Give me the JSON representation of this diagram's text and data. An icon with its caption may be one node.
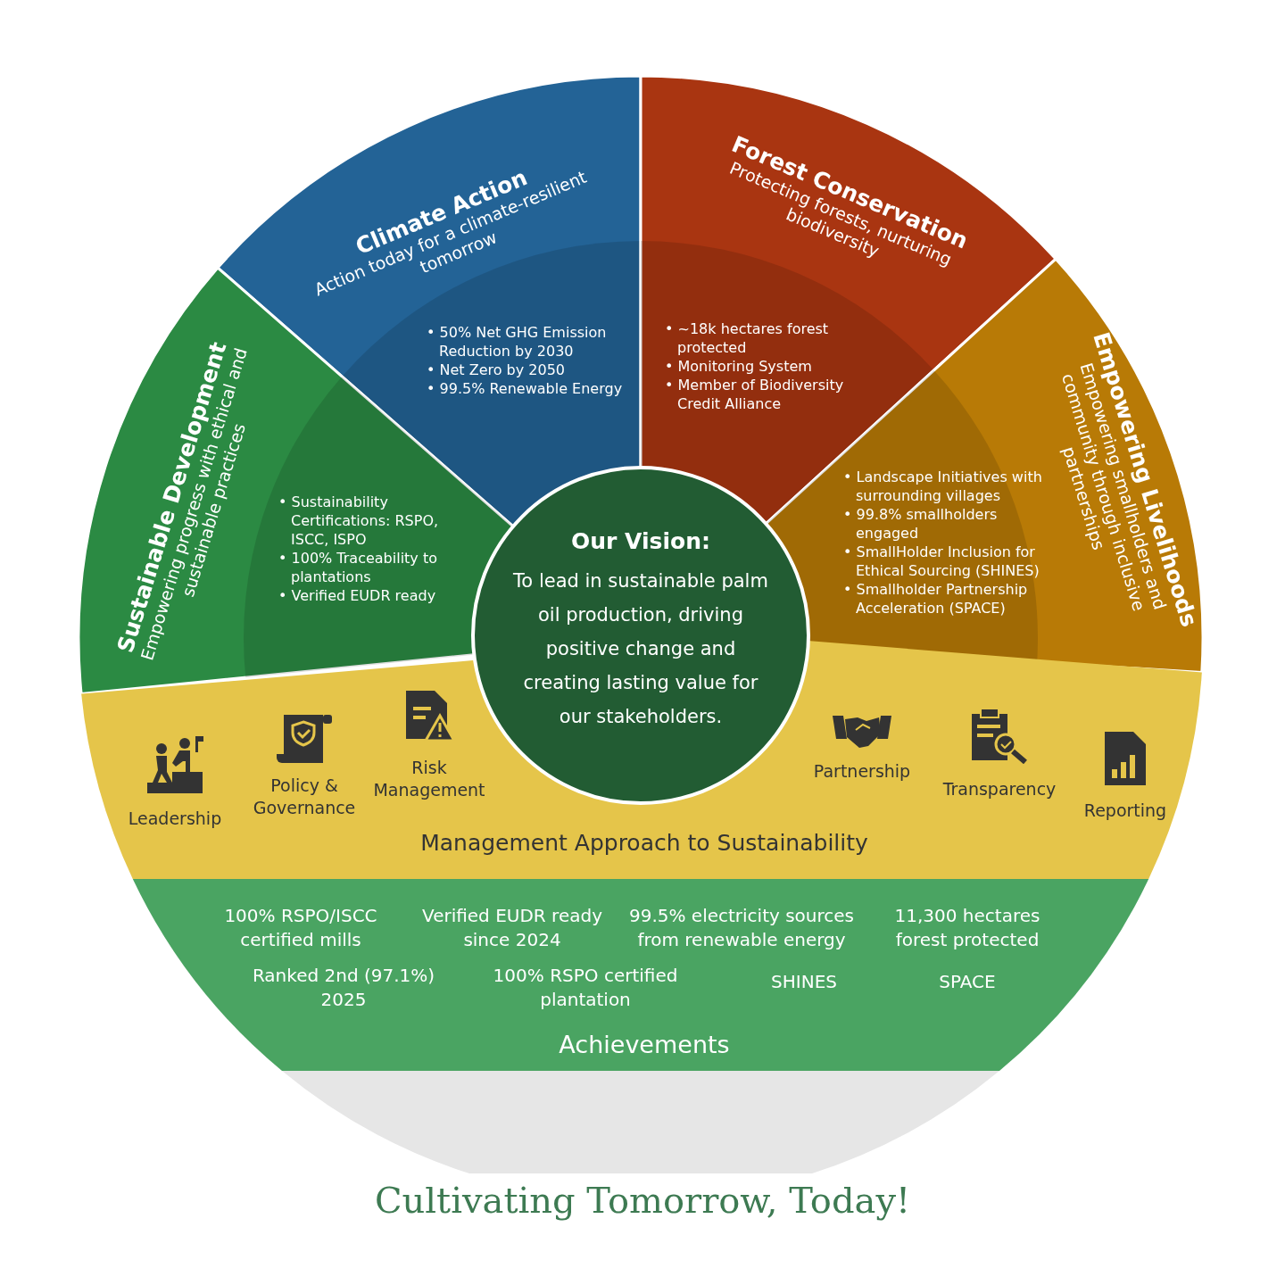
{
  "diagram": {
    "caption": "Cultivating Tomorrow, Today!",
    "nodes": [
      {
        "text": [
          "Climate Action",
          "Action today for a climate-resilient tomorrow",
          "• 50% Net GHG Emission Reduction by 2030",
          "• Net Zero by 2050",
          "• 99.5% Renewable Energy"
        ]
      },
      {
        "text": [
          "Forest Conservation",
          "Protecting forests, nurturing biodiversity",
          "• ~18k hectares forest protected",
          "• Monitoring System",
          "• Member of Biodiversity Credit Alliance"
        ]
      },
      {
        "text": [
          "Sustainable Development",
          "Empowering progress with ethical and sustainable practices",
          "• Sustainability Certifications: RSPO, ISCC, ISPO",
          "• 100% Traceability to plantations",
          "• Verified EUDR ready"
        ]
      },
      {
        "text": [
          "Empowering Livelihoods",
          "Empowering smallholders and community through inclusive partnerships",
          "• Landscape Initiatives with surrounding villages",
          "• 99.8% smallholders engaged",
          "• SmallHolder Inclusion for Ethical Sourcing (SHINES)",
          "• Smallholder Partnership Acceleration (SPACE)"
        ]
      },
      {
        "text": [
          "Our Vision:",
          "To lead in sustainable palm oil production, driving positive change and creating lasting value for our stakeholders."
        ]
      },
      {
        "text": [
          "Management Approach to Sustainability"
        ]
      },
      {
        "text": [
          "Leadership"
        ],
        "in": 5
      },
      {
        "text": [
          "Policy & Governance"
        ],
        "in": 5
      },
      {
        "text": [
          "Risk Management"
        ],
        "in": 5
      },
      {
        "text": [
          "Partnership"
        ],
        "in": 5
      },
      {
        "text": [
          "Transparency"
        ],
        "in": 5
      },
      {
        "text": [
          "Reporting"
        ],
        "in": 5
      },
      {
        "text": [
          "Achievements"
        ]
      },
      {
        "text": [],
        "shape": "bar"
      }
    ],
    "labels": [
      "100% RSPO/ISCC certified mills",
      "Verified EUDR ready since 2024",
      "99.5% electricity sources from renewable energy",
      "11,300 hectares forest protected",
      "Ranked 2nd (97.1%) 2025",
      "100% RSPO certified plantation",
      "SHINES",
      "SPACE"
    ]
  }
}
